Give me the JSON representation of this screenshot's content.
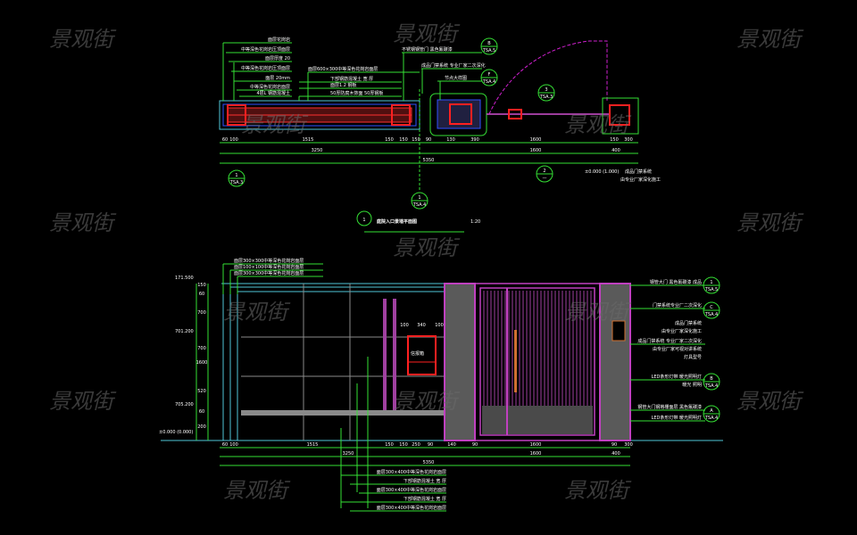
{
  "watermark": "景观街",
  "plan": {
    "title_number": "1",
    "title": "庭院入口景墙平面图",
    "scale": "1:20",
    "callouts_left": [
      "面层花岗岩",
      "中等深色花岗岩压顶面层",
      "面层厚度 20",
      "中等深色花岗岩压顶面层",
      "面层 20mm",
      "中等深色花岗岩面层",
      "4层L 钢筋混凝土"
    ],
    "callouts_mid": [
      "面层600×300中等深色花岗岩面层",
      "下部钢筋混凝土 宽 厚",
      "面层1.2 钢板",
      "50厚防腐木饰面 50厚钢板"
    ],
    "callouts_right": [
      "不锈钢钢管门 黑色氟碳漆",
      "成品门禁系统 专业厂家二次深化",
      "节点大样图"
    ],
    "dims_row1": [
      "60",
      "100",
      "1515",
      "150",
      "150",
      "150",
      "90",
      "130",
      "390",
      "1600",
      "150",
      "300"
    ],
    "dims_row2": [
      "3250",
      "1600",
      "400"
    ],
    "dims_total": "5350",
    "level": "±0.000 (1.000)",
    "note_right": [
      "成品门禁系统",
      "由专业厂家深化施工"
    ],
    "section_marks": [
      {
        "num": "1",
        "sheet": "TSA.3"
      },
      {
        "num": "2",
        "sheet": "—"
      },
      {
        "num": "1",
        "sheet": "TSA.4"
      }
    ],
    "detail_marks": [
      {
        "num": "B",
        "sheet": "TSA.5"
      },
      {
        "num": "F",
        "sheet": "TSA.4"
      },
      {
        "num": "3",
        "sheet": "TSA.3"
      }
    ]
  },
  "elevation": {
    "levels": [
      "171.500",
      "701.200",
      "705.200",
      "±0.000 (0.000)"
    ],
    "left_dims": [
      "150",
      "60",
      "700",
      "700",
      "1600",
      "520",
      "60",
      "200"
    ],
    "top_callouts": [
      "面层300×300中等深色花岗岩面层",
      "面层100×100中等深色花岗岩面层",
      "面层300×300中等深色花岗岩面层"
    ],
    "mailbox_label": "信报箱",
    "mailbox_dims": [
      "100",
      "340",
      "100"
    ],
    "right_callouts": [
      "钢管大门 黑色氟碳漆 成品",
      "门禁系统专业厂二次深化",
      "成品门禁系统",
      "由专业厂家深化施工",
      "成品门禁系统 专业厂家二次深化",
      "由专业厂家可视对讲系统",
      "灯具型号",
      "LED条形灯带 暖光照明灯",
      "暖光 照明",
      "钢管大门钢格栅面层 黑色氟碳漆",
      "LED条形灯带 暖光照明灯"
    ],
    "right_marks": [
      {
        "num": "1",
        "sheet": "TSA.5"
      },
      {
        "num": "C",
        "sheet": "TSA.4"
      },
      {
        "num": "B",
        "sheet": "TSA.4"
      },
      {
        "num": "A",
        "sheet": "TSA.4"
      }
    ],
    "dims_row1": [
      "60",
      "100",
      "1515",
      "150",
      "150",
      "250",
      "90",
      "140",
      "90",
      "1600",
      "90",
      "300"
    ],
    "dims_row2": [
      "3250",
      "1600",
      "400"
    ],
    "dims_total": "5350",
    "bottom_callouts": [
      "面层300×400中等深色花岗岩面层",
      "下部钢筋混凝土 宽 厚",
      "面层300×400中等深色花岗岩面层",
      "下部钢筋混凝土 宽 厚",
      "面层300×400中等深色花岗岩面层"
    ]
  },
  "colors": {
    "background": "#000000",
    "dimension": "#35e035",
    "outline": "#4fc6d8",
    "gate": "#c040c0",
    "accent": "#ff2020"
  }
}
